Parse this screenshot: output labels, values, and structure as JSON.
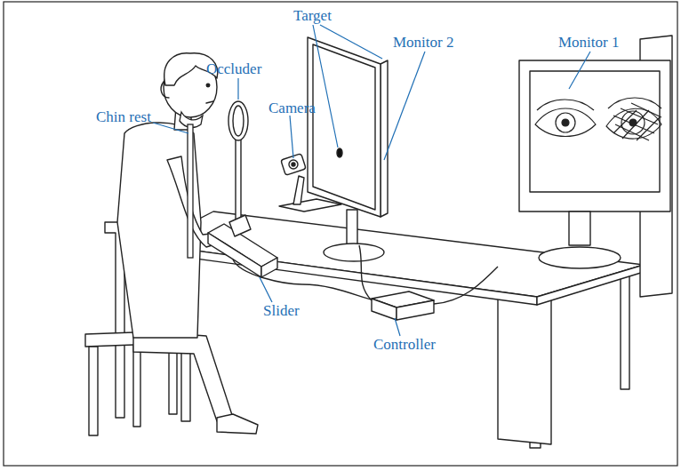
{
  "diagram": {
    "labels": [
      "Target",
      "Monitor 2",
      "Monitor 1",
      "Occluder",
      "Chin rest",
      "Camera",
      "Slider",
      "Controller"
    ]
  }
}
